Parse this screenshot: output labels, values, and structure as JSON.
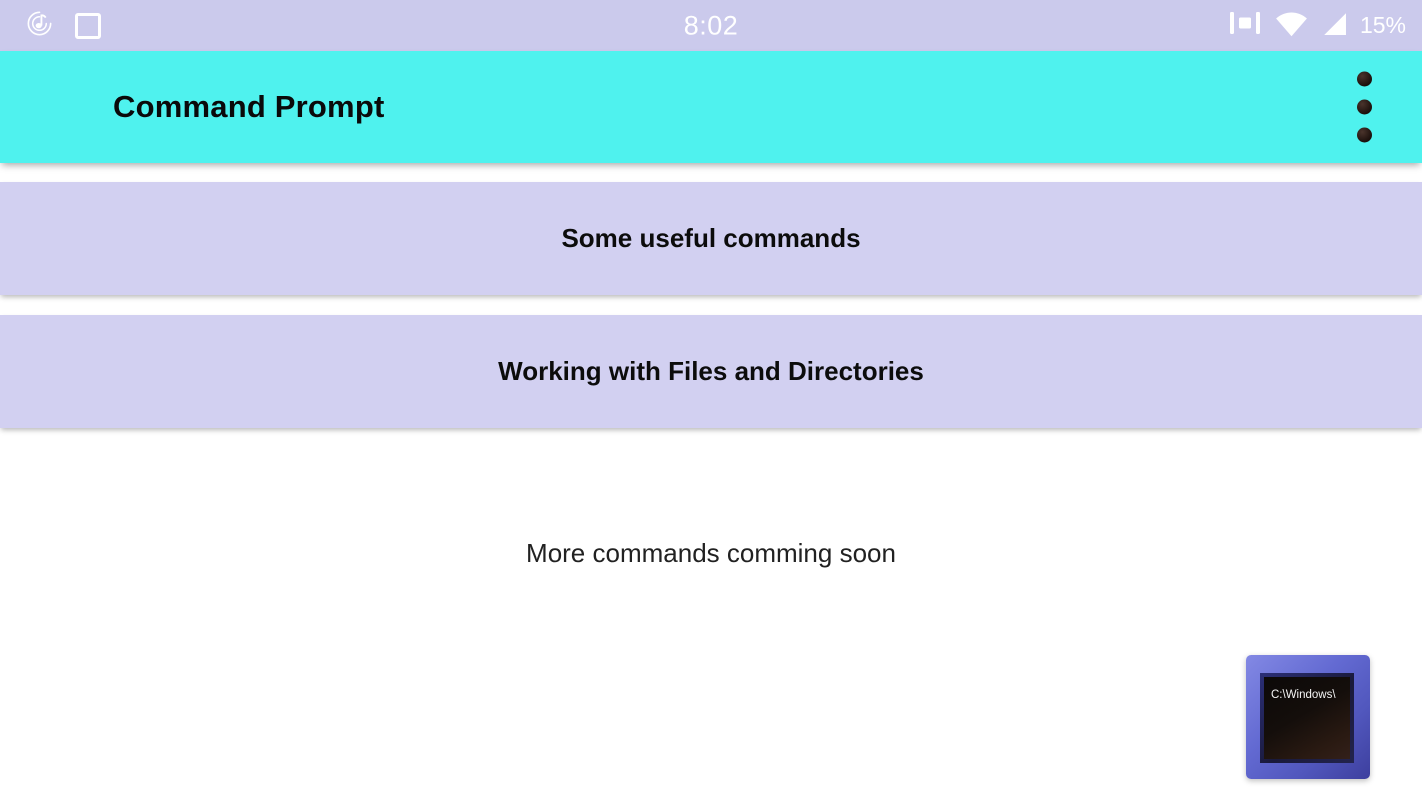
{
  "status_bar": {
    "time": "8:02",
    "battery_percent": "15%",
    "icons": {
      "left": [
        "music-notification-icon",
        "screenshot-square-icon"
      ],
      "right": [
        "vibrate-icon",
        "wifi-icon",
        "cellular-signal-icon"
      ]
    }
  },
  "app_bar": {
    "title": "Command Prompt"
  },
  "menu_buttons": [
    {
      "label": "Some useful commands"
    },
    {
      "label": "Working with Files and Directories"
    }
  ],
  "footer_note": "More commands comming soon",
  "app_icon": {
    "screen_text": "C:\\Windows\\"
  },
  "colors": {
    "status_bar": "#cbcaec",
    "app_bar": "#4ff2ee",
    "button": "#d2d0f1",
    "background": "#ffffff"
  }
}
